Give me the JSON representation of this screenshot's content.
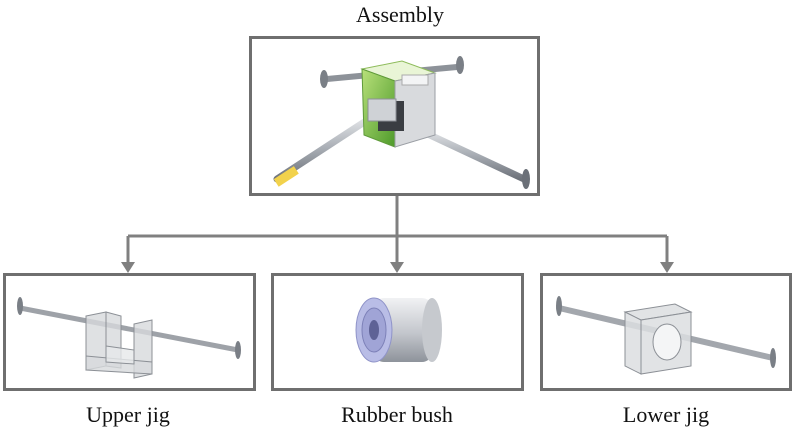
{
  "diagram": {
    "root": {
      "label": "Assembly"
    },
    "children": [
      {
        "label": "Upper jig"
      },
      {
        "label": "Rubber bush"
      },
      {
        "label": "Lower jig"
      }
    ]
  },
  "colors": {
    "frame": "#6f6f6f",
    "arrow": "#808080",
    "jig_green": "#7dc242",
    "rod_steel": "#b8bcc2",
    "ghost_part": "#c9ccd0",
    "bush_metal": "#c8ccd4",
    "bush_hub": "#8f93c8"
  }
}
